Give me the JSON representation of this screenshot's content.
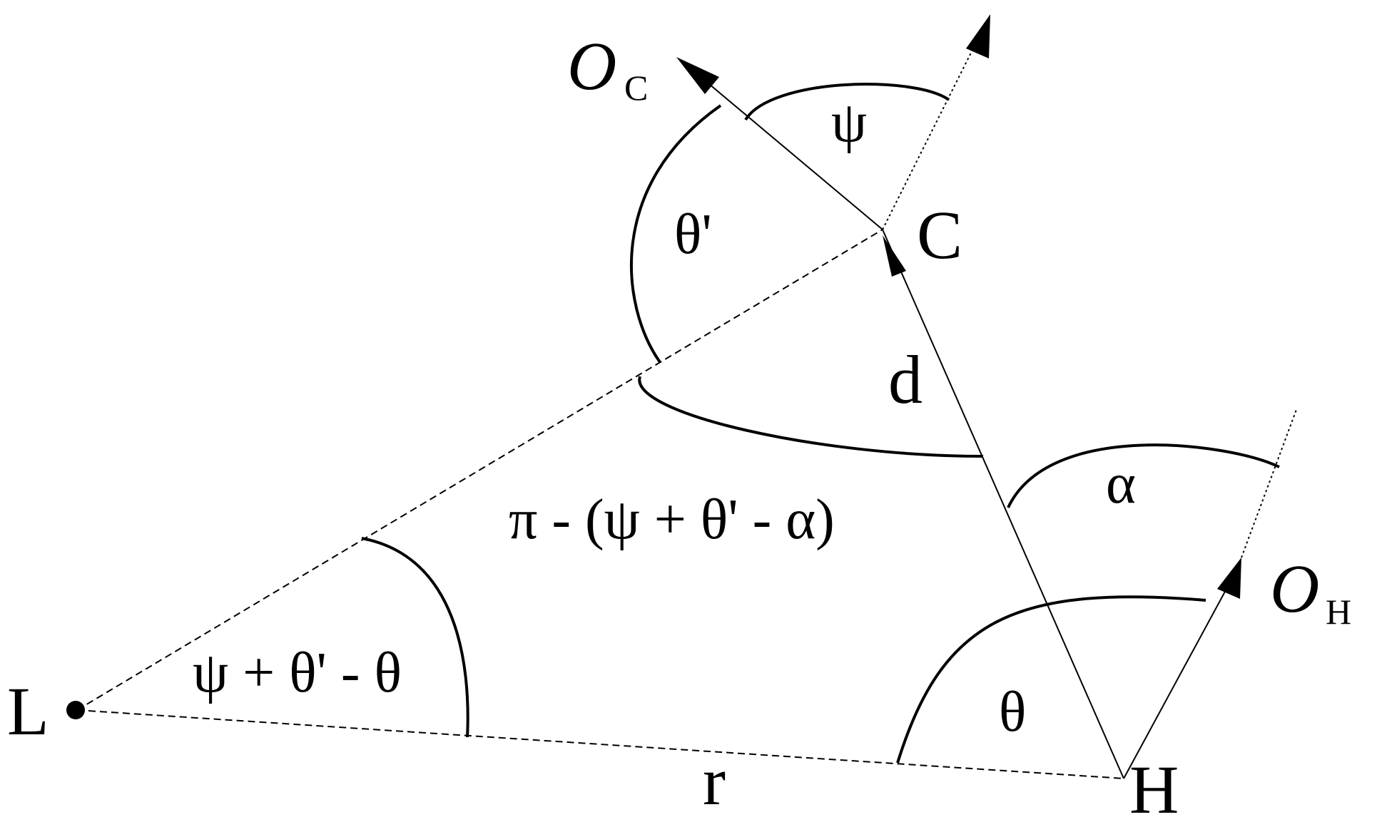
{
  "points": {
    "L": "L",
    "H": "H",
    "C": "C"
  },
  "orientations": {
    "oc_main": "O",
    "oc_sub": "C",
    "oh_main": "O",
    "oh_sub": "H"
  },
  "lengths": {
    "d": "d",
    "r": "r"
  },
  "angles": {
    "psi": "ψ",
    "theta_prime": "θ'",
    "alpha": "α",
    "theta": "θ",
    "pi_expr": "π - (ψ + θ' - α)",
    "L_expr": "ψ + θ' - θ"
  },
  "colors": {
    "ink": "#000000",
    "background": "#ffffff"
  }
}
